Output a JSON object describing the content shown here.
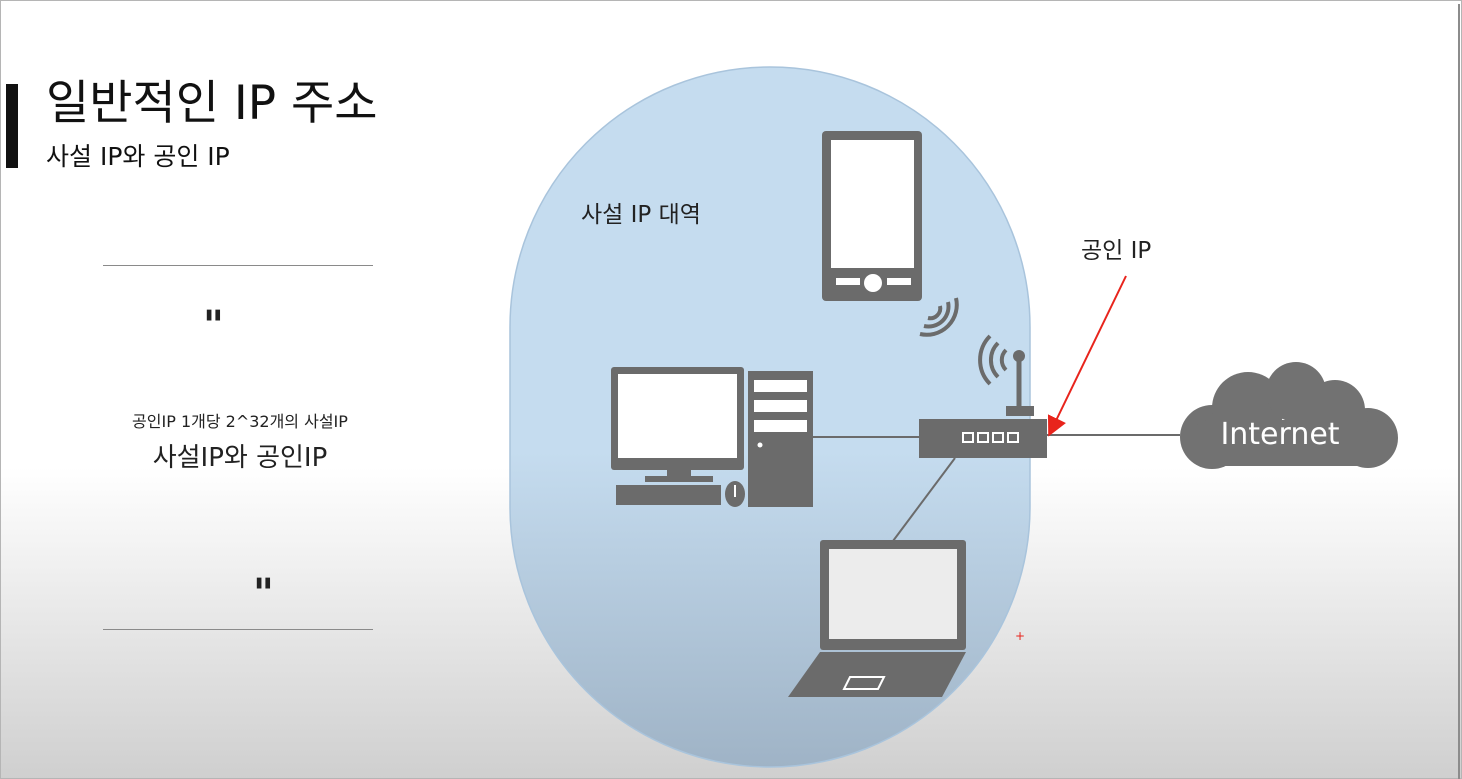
{
  "header": {
    "title": "일반적인 IP 주소",
    "subtitle": "사설 IP와 공인 IP"
  },
  "quote": {
    "open_mark": "\"",
    "line1": "공인IP 1개당 2^32개의 사설IP",
    "line2": "사설IP와 공인IP",
    "close_mark": "\""
  },
  "diagram": {
    "private_range_label": "사설 IP 대역",
    "public_ip_label": "공인 IP",
    "internet_label": "Internet",
    "marker": "+"
  },
  "colors": {
    "region_fill": "#c5dcef",
    "device_gray": "#6b6b6b",
    "arrow_red": "#e8241c",
    "cloud_gray": "#727272"
  }
}
